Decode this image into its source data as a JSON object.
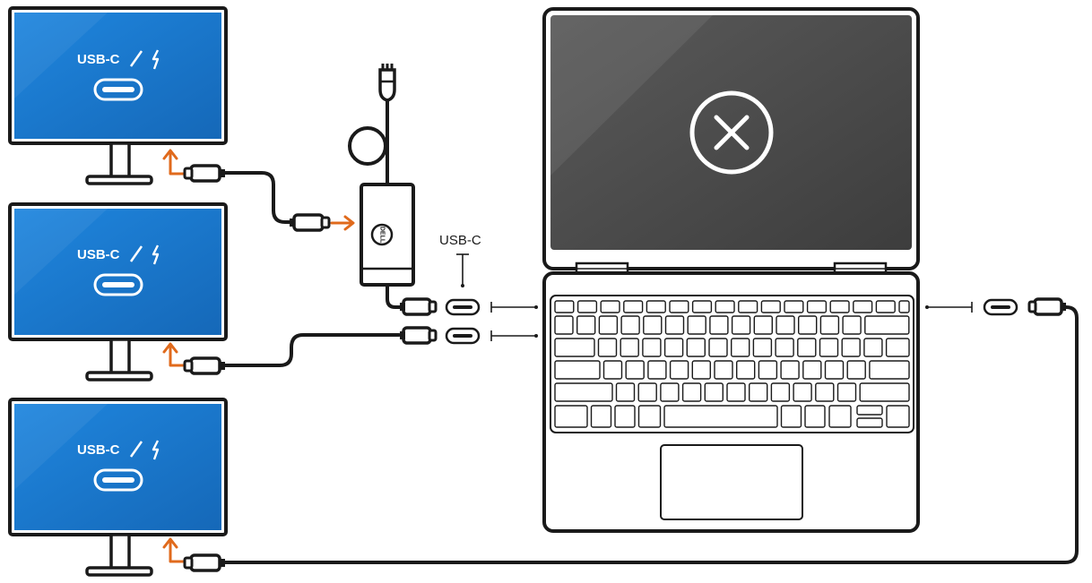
{
  "monitors": [
    {
      "port_label": "USB-C",
      "thunderbolt_icon": "lightning-bolt-icon",
      "port_icon": "usb-c-port-icon"
    },
    {
      "port_label": "USB-C",
      "thunderbolt_icon": "lightning-bolt-icon",
      "port_icon": "usb-c-port-icon"
    },
    {
      "port_label": "USB-C",
      "thunderbolt_icon": "lightning-bolt-icon",
      "port_icon": "usb-c-port-icon"
    }
  ],
  "laptop": {
    "port_label": "USB-C",
    "screen_icon": "x-circle-icon"
  },
  "power_adapter": {
    "logo": "DELL",
    "plug_icon": "power-plug-icon"
  },
  "colors": {
    "monitor_blue": "#1d7bd0",
    "arrow_orange": "#e06a1c",
    "laptop_screen": "#4a4a4a",
    "line": "#1a1a1a"
  }
}
